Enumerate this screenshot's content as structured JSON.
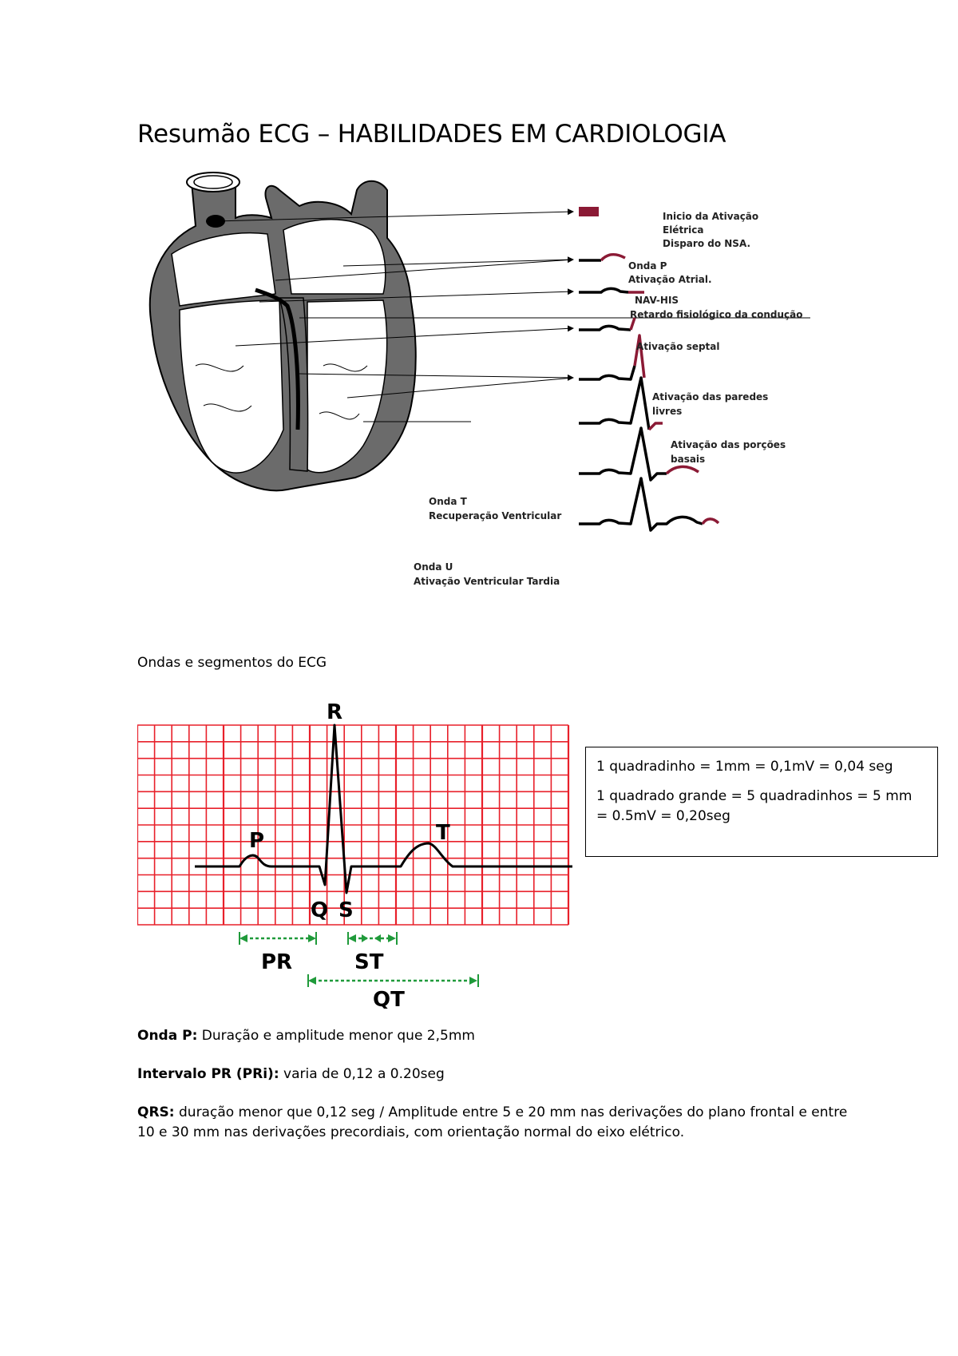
{
  "title": "Resumão ECG – HABILIDADES EM CARDIOLOGIA",
  "heart_figure": {
    "labels": {
      "inicio_line1": "Inicio da Ativação",
      "inicio_line2": "Elétrica",
      "inicio_line3": "Disparo do NSA.",
      "onda_p_line1": "Onda P",
      "onda_p_line2": "Ativação Atrial.",
      "nav_his_line1": "NAV-HIS",
      "nav_his_line2": "Retardo fisiológico da condução",
      "septal": "Ativação septal",
      "paredes_line1": "Ativação das paredes",
      "paredes_line2": "livres",
      "porcoes_line1": "Ativação das porções",
      "porcoes_line2": "basais",
      "onda_t_line1": "Onda T",
      "onda_t_line2": "Recuperação Ventricular",
      "onda_u_line1": "Onda U",
      "onda_u_line2": "Ativação Ventricular Tardia"
    },
    "colors": {
      "highlight": "#8b1a35",
      "trace": "#000000"
    }
  },
  "section_heading": "Ondas e segmentos do ECG",
  "ecg_diagram": {
    "wave_labels": {
      "p": "P",
      "q": "Q",
      "r": "R",
      "s": "S",
      "t": "T"
    },
    "interval_labels": {
      "pr": "PR",
      "st": "ST",
      "qt": "QT"
    },
    "colors": {
      "grid": "#e8202a",
      "trace": "#000000",
      "arrows": "#1f9a3a"
    }
  },
  "scale_box": {
    "line1": "1 quadradinho = 1mm = 0,1mV = 0,04 seg",
    "line2": "1 quadrado grande = 5 quadradinhos = 5 mm = 0.5mV = 0,20seg"
  },
  "paragraphs": {
    "onda_p": {
      "label": "Onda P:",
      "text": " Duração e amplitude menor que 2,5mm"
    },
    "intervalo_pr": {
      "label": "Intervalo PR (PRi):",
      "text": " varia de 0,12 a 0.20seg"
    },
    "qrs": {
      "label": "QRS:",
      "text": " duração menor que 0,12 seg / Amplitude entre 5 e 20 mm nas derivações do plano frontal e entre 10 e 30 mm nas derivações precordiais, com orientação normal do eixo elétrico."
    }
  }
}
